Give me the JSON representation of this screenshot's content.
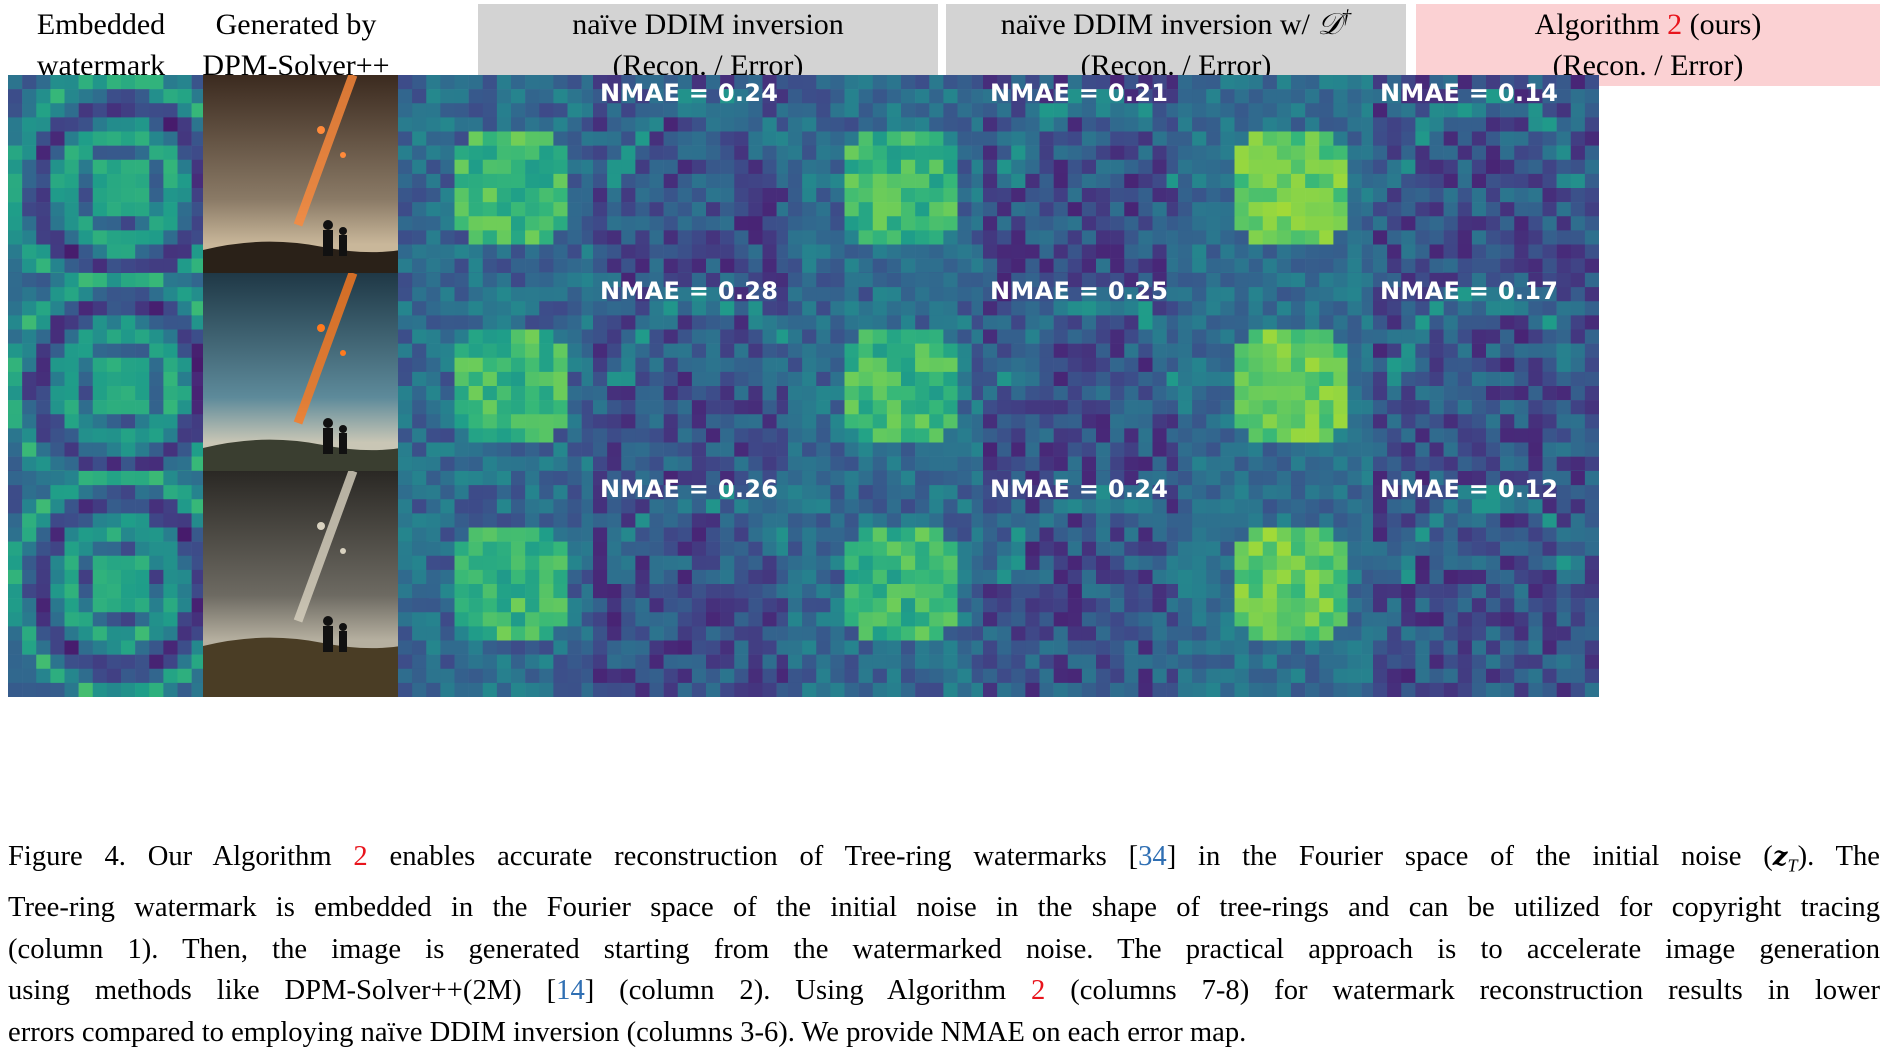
{
  "figure": {
    "columns": [
      {
        "line1": "Embedded",
        "line2": "watermark"
      },
      {
        "line1": "Generated by",
        "line2": "DPM-Solver++"
      },
      {
        "line1": "naïve DDIM inversion",
        "line2": "(Recon. / Error)"
      },
      {
        "line1": "naïve DDIM inversion w/ ",
        "math": "𝒟",
        "sup": "†",
        "line2": "(Recon. / Error)"
      },
      {
        "line1_a": "Algorithm ",
        "line1_ref": "2",
        "line1_b": " (ours)",
        "line2": "(Recon. / Error)"
      }
    ],
    "nmae_label": "NMAE = ",
    "rows": [
      {
        "nmae": [
          "0.24",
          "0.21",
          "0.14"
        ]
      },
      {
        "nmae": [
          "0.28",
          "0.25",
          "0.17"
        ]
      },
      {
        "nmae": [
          "0.26",
          "0.24",
          "0.12"
        ]
      }
    ],
    "colors": {
      "viridis_low": "#440154",
      "viridis_mid": "#21908d",
      "viridis_high": "#b8de29",
      "header_grey": "#d3d3d3",
      "header_pink": "#fbd1d3",
      "ref_red": "#e8141c",
      "cite_blue": "#2f6fb3"
    }
  },
  "caption": {
    "l1a": "Figure 4. Our Algorithm ",
    "l1ref": "2",
    "l1b": " enables accurate reconstruction of Tree-ring watermarks [",
    "l1cite": "34",
    "l1c": "] in the Fourier space of the initial noise (",
    "l1math": "z",
    "l1sub": "T",
    "l1d": "). The",
    "l2": "Tree-ring watermark is embedded in the Fourier space of the initial noise in the shape of tree-rings and can be utilized for copyright tracing",
    "l3": "(column 1). Then, the image is generated starting from the watermarked noise. The practical approach is to accelerate image generation",
    "l4a": "using methods like DPM-Solver++(2M) [",
    "l4cite": "14",
    "l4b": "] (column 2). Using Algorithm ",
    "l4ref": "2",
    "l4c": " (columns 7-8) for watermark reconstruction results in lower",
    "l5": "errors compared to employing naïve DDIM inversion (columns 3-6). We provide NMAE on each error map."
  }
}
